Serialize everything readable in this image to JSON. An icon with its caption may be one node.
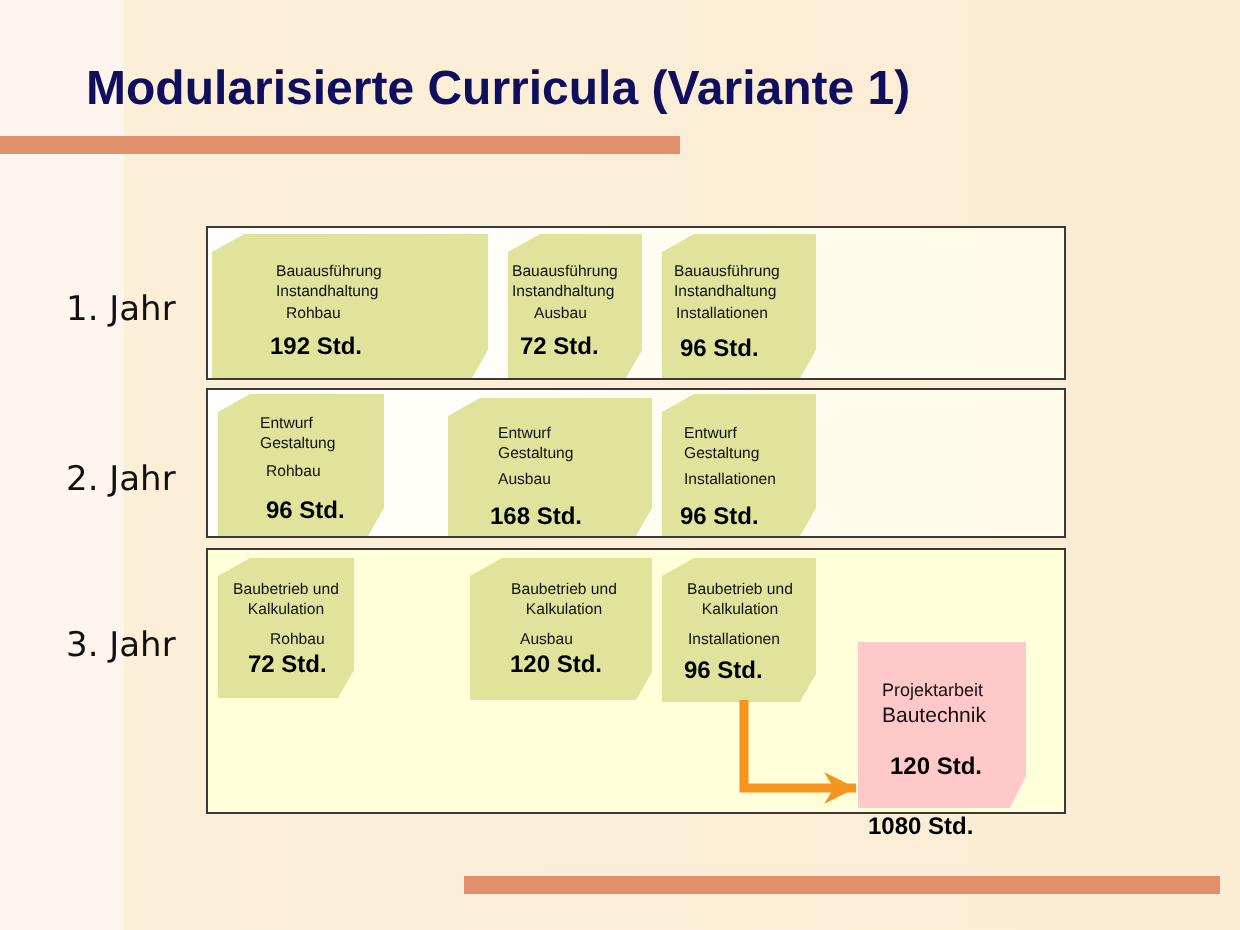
{
  "diagram": {
    "title": "Modularisierte Curricula (Variante 1)",
    "nodes": [
      {
        "text": [
          "1. Jahr"
        ]
      },
      {
        "text": [
          "Bauausführung Instandhaltung",
          "Rohbau",
          "192 Std."
        ],
        "in": 0
      },
      {
        "text": [
          "Bauausführung Instandhaltung",
          "Ausbau",
          "72 Std."
        ],
        "in": 0
      },
      {
        "text": [
          "Bauausführung Instandhaltung",
          "Installationen",
          "96 Std."
        ],
        "in": 0
      },
      {
        "text": [
          "2. Jahr"
        ]
      },
      {
        "text": [
          "Entwurf Gestaltung",
          "Rohbau",
          "96 Std."
        ],
        "in": 4
      },
      {
        "text": [
          "Entwurf Gestaltung",
          "Ausbau",
          "168 Std."
        ],
        "in": 4
      },
      {
        "text": [
          "Entwurf Gestaltung",
          "Installationen",
          "96 Std."
        ],
        "in": 4
      },
      {
        "text": [
          "3. Jahr"
        ]
      },
      {
        "text": [
          "Baubetrieb und Kalkulation",
          "Rohbau",
          "72 Std."
        ],
        "in": 8
      },
      {
        "text": [
          "Baubetrieb und Kalkulation",
          "Ausbau",
          "120 Std."
        ],
        "in": 8
      },
      {
        "text": [
          "Baubetrieb und Kalkulation",
          "Installationen",
          "96 Std."
        ],
        "in": 8
      },
      {
        "text": [
          "Projektarbeit",
          "Bautechnik",
          "120 Std."
        ],
        "in": 8
      }
    ],
    "edges": [
      {
        "from": 11,
        "to": 12,
        "arrow": "to",
        "color": "#f7941d"
      }
    ],
    "labels": [
      "1080 Std."
    ]
  }
}
